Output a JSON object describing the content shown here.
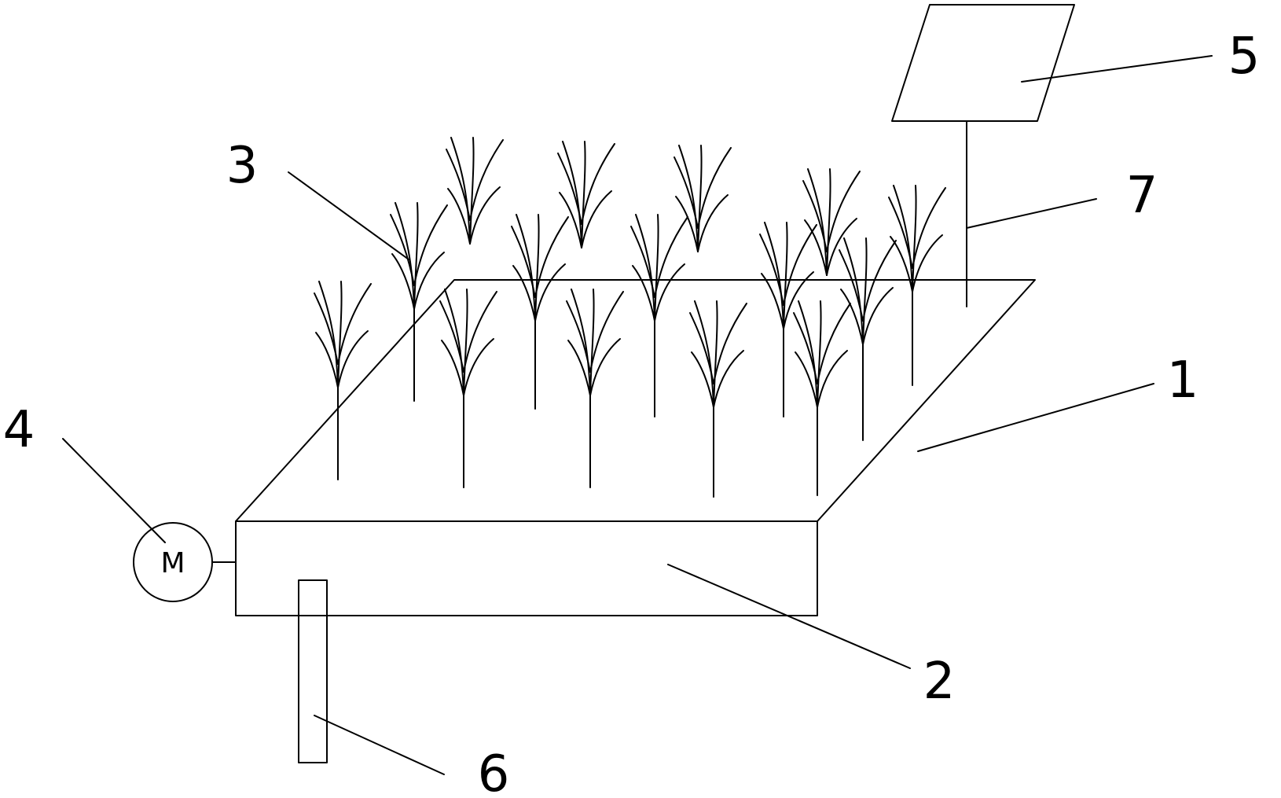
{
  "diagram": {
    "labels": {
      "box_top": "1",
      "box_front": "2",
      "plants": "3",
      "motor": "4",
      "panel": "5",
      "leg": "6",
      "pole": "7"
    },
    "motor_symbol": "M",
    "colors": {
      "stroke": "#000000",
      "background": "#ffffff"
    }
  }
}
